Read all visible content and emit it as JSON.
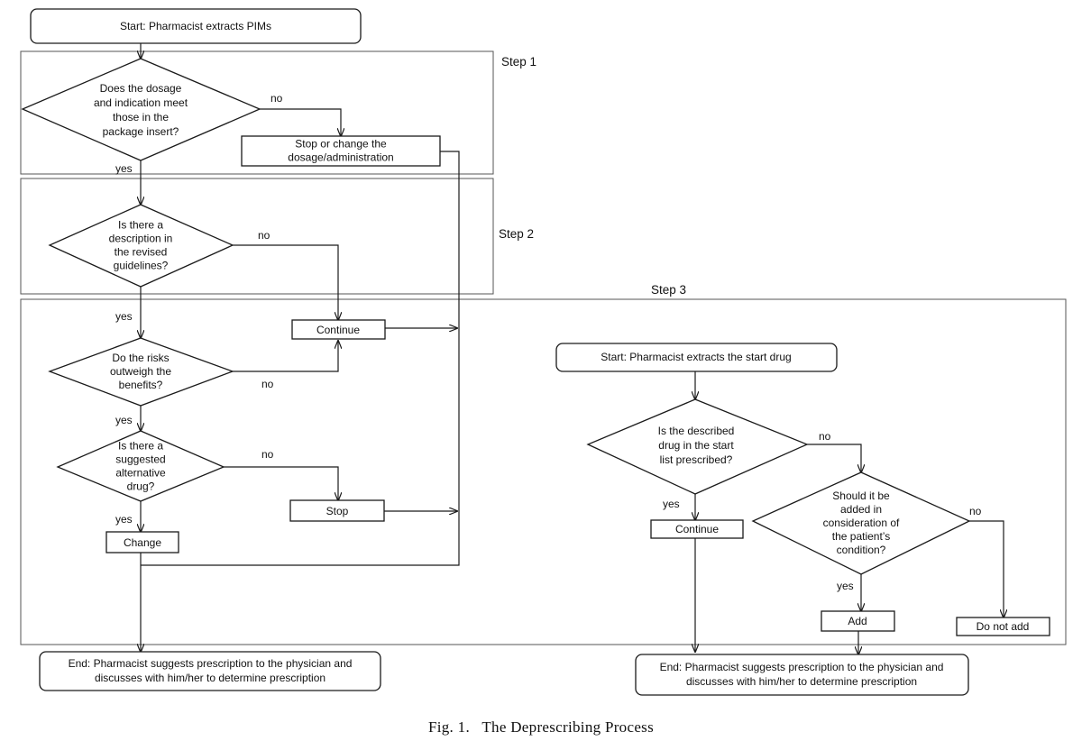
{
  "caption": "Fig. 1.   The Deprescribing Process",
  "steps": {
    "step1": "Step 1",
    "step2": "Step 2",
    "step3": "Step 3"
  },
  "nodes": {
    "start_pims": [
      "Start: Pharmacist extracts PIMs"
    ],
    "q_dosage": [
      "Does the dosage",
      "and indication meet",
      "those in the",
      "package insert?"
    ],
    "stop_change": [
      "Stop or change the",
      "dosage/administration"
    ],
    "q_guidelines": [
      "Is there a",
      "description in",
      "the revised",
      "guidelines?"
    ],
    "continue_left": [
      "Continue"
    ],
    "q_risks": [
      "Do the risks",
      "outweigh the",
      "benefits?"
    ],
    "q_alternative": [
      "Is there a",
      "suggested",
      "alternative",
      "drug?"
    ],
    "stop": [
      "Stop"
    ],
    "change": [
      "Change"
    ],
    "end_left": [
      "End: Pharmacist suggests prescription to the physician and",
      "discusses with him/her to determine prescription"
    ],
    "start_drug": [
      "Start: Pharmacist extracts the start drug"
    ],
    "q_start_list": [
      "Is the described",
      "drug in the start",
      "list prescribed?"
    ],
    "continue_right": [
      "Continue"
    ],
    "q_add": [
      "Should it be",
      "added in",
      "consideration of",
      "the patient’s",
      "condition?"
    ],
    "add": [
      "Add"
    ],
    "do_not_add": [
      "Do not add"
    ],
    "end_right": [
      "End: Pharmacist suggests prescription to the physician  and",
      "discusses with him/her to determine prescription"
    ]
  },
  "edge_labels": {
    "dosage_no": "no",
    "dosage_yes": "yes",
    "guidelines_no": "no",
    "guidelines_yes": "yes",
    "risks_no": "no",
    "risks_yes": "yes",
    "alternative_no": "no",
    "alternative_yes": "yes",
    "start_list_no": "no",
    "start_list_yes": "yes",
    "add_no": "no",
    "add_yes": "yes"
  }
}
